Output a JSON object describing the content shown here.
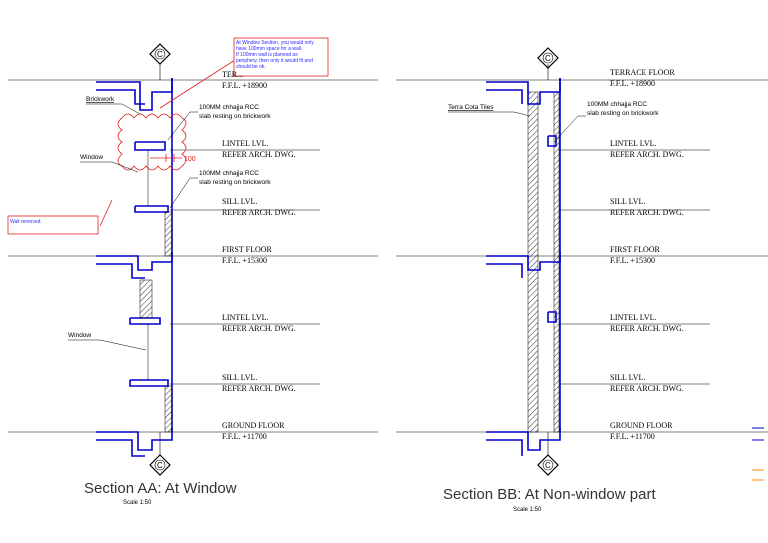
{
  "section_aa": {
    "title": "Section AA: At Window",
    "scale": "Scale 1:50",
    "levels": [
      {
        "name": "TER...",
        "value": "F.F.L. +18900"
      },
      {
        "name": "LINTEL LVL.",
        "value": "REFER ARCH. DWG."
      },
      {
        "name": "SILL LVL.",
        "value": "REFER ARCH. DWG."
      },
      {
        "name": "FIRST FLOOR",
        "value": "F.F.L. +15300"
      },
      {
        "name": "LINTEL LVL.",
        "value": "REFER ARCH. DWG."
      },
      {
        "name": "SILL LVL.",
        "value": "REFER ARCH. DWG."
      },
      {
        "name": "GROUND FLOOR",
        "value": "F.F.L. +11700"
      }
    ],
    "annotations": {
      "brickwork": "Brickwork",
      "window_upper": "Window",
      "window_lower": "Window",
      "chhajja_upper_1": "100MM chhajja RCC",
      "chhajja_upper_2": "slab resting on brickwork",
      "chhajja_lower_1": "100MM chhajja RCC",
      "chhajja_lower_2": "slab resting on brickwork",
      "dimension": "100"
    },
    "review_note": "At Window Section, you would only have 100mm space for a wall. If 100mm wall is planned as periphery, then only it would fit and should be ok.",
    "review_note_lines": [
      "At Window Section, you would only",
      "have 100mm space for a wall.",
      "If 100mm wall is planned as",
      "periphery, then only it would fit and",
      "should be ok."
    ],
    "wall_removed_note": "Wall removed.",
    "grid_marker": "C"
  },
  "section_bb": {
    "title": "Section BB: At Non-window part",
    "scale": "Scale 1:50",
    "levels": [
      {
        "name": "TERRACE FLOOR",
        "value": "F.F.L. +18900"
      },
      {
        "name": "LINTEL LVL.",
        "value": "REFER ARCH. DWG."
      },
      {
        "name": "SILL LVL.",
        "value": "REFER ARCH. DWG."
      },
      {
        "name": "FIRST FLOOR",
        "value": "F.F.L. +15300"
      },
      {
        "name": "LINTEL LVL.",
        "value": "REFER ARCH. DWG."
      },
      {
        "name": "SILL LVL.",
        "value": "REFER ARCH. DWG."
      },
      {
        "name": "GROUND FLOOR",
        "value": "F.F.L. +11700"
      }
    ],
    "annotations": {
      "terra_cota": "Terra Cota Tiles",
      "chhajja_1": "100MM chhajja RCC",
      "chhajja_2": "slab resting on brickwork"
    },
    "grid_marker": "C"
  },
  "colors": {
    "structure": "#0000cc",
    "markup": "#e02020",
    "line": "#000000",
    "accent": "#ff8800"
  }
}
